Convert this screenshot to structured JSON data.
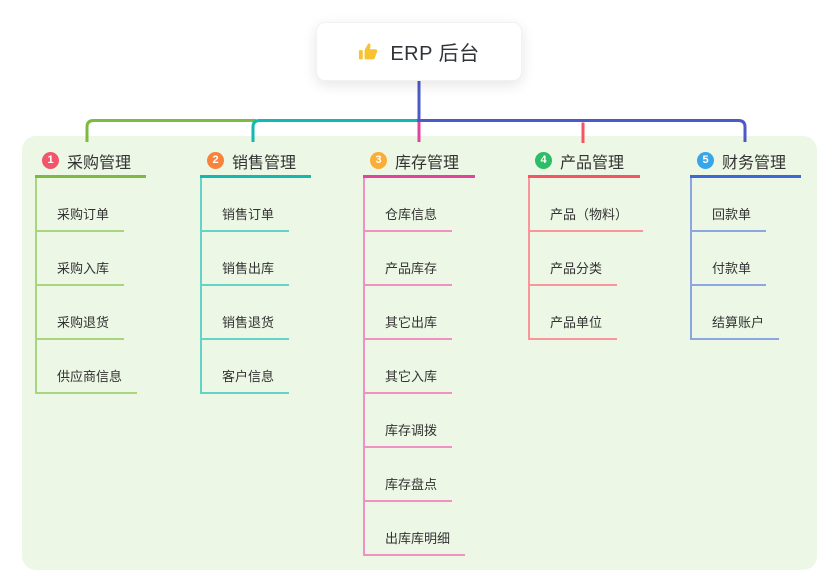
{
  "root": {
    "title": "ERP 后台",
    "icon": "thumbs-up-icon",
    "icon_color": "#f7c331"
  },
  "colors": {
    "canvas_bg": "#ecf7e5",
    "trunk": "#4c5ac9",
    "text": "#333333"
  },
  "branches": [
    {
      "num": "1",
      "title": "采购管理",
      "badge_color": "#f2566a",
      "line_color": "#7cbb3f",
      "light_color": "#a9d57f",
      "children": [
        "采购订单",
        "采购入库",
        "采购退货",
        "供应商信息"
      ]
    },
    {
      "num": "2",
      "title": "销售管理",
      "badge_color": "#f8833c",
      "line_color": "#13b9ae",
      "light_color": "#66d3c9",
      "children": [
        "销售订单",
        "销售出库",
        "销售退货",
        "客户信息"
      ]
    },
    {
      "num": "3",
      "title": "库存管理",
      "badge_color": "#fbad38",
      "line_color": "#e2449c",
      "light_color": "#f091c6",
      "children": [
        "仓库信息",
        "产品库存",
        "其它出库",
        "其它入库",
        "库存调拨",
        "库存盘点",
        "出库库明细"
      ]
    },
    {
      "num": "4",
      "title": "产品管理",
      "badge_color": "#2cbd66",
      "line_color": "#f6545f",
      "light_color": "#f9969c",
      "children": [
        "产品（物料）",
        "产品分类",
        "产品单位"
      ]
    },
    {
      "num": "5",
      "title": "财务管理",
      "badge_color": "#38a6e6",
      "line_color": "#3e66d4",
      "light_color": "#8ba6e0",
      "children": [
        "回款单",
        "付款单",
        "结算账户"
      ]
    }
  ]
}
